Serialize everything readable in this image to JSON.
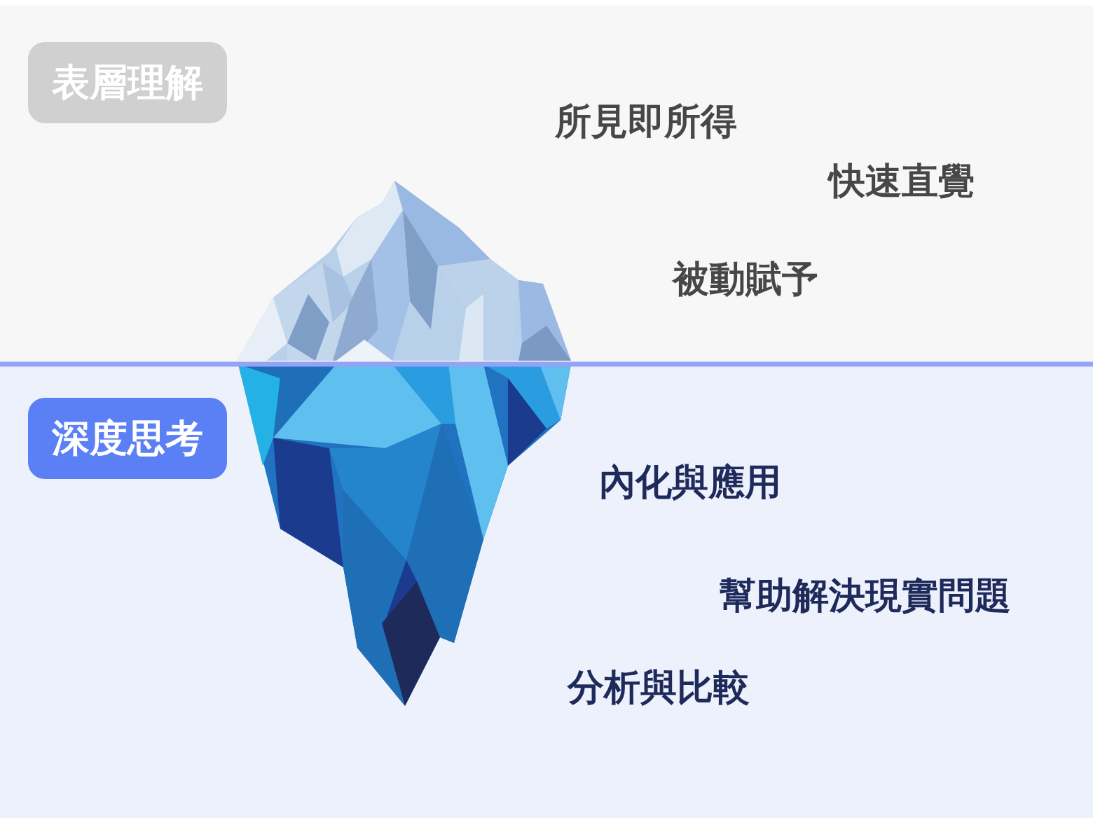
{
  "diagram": {
    "nodes": [
      {
        "text": [
          "表層理解"
        ]
      },
      {
        "text": [
          "深度思考"
        ]
      }
    ],
    "labels": [
      "所見即所得",
      "快速直覺",
      "被動賦予",
      "內化與應用",
      "幫助解決現實問題",
      "分析與比較"
    ]
  }
}
